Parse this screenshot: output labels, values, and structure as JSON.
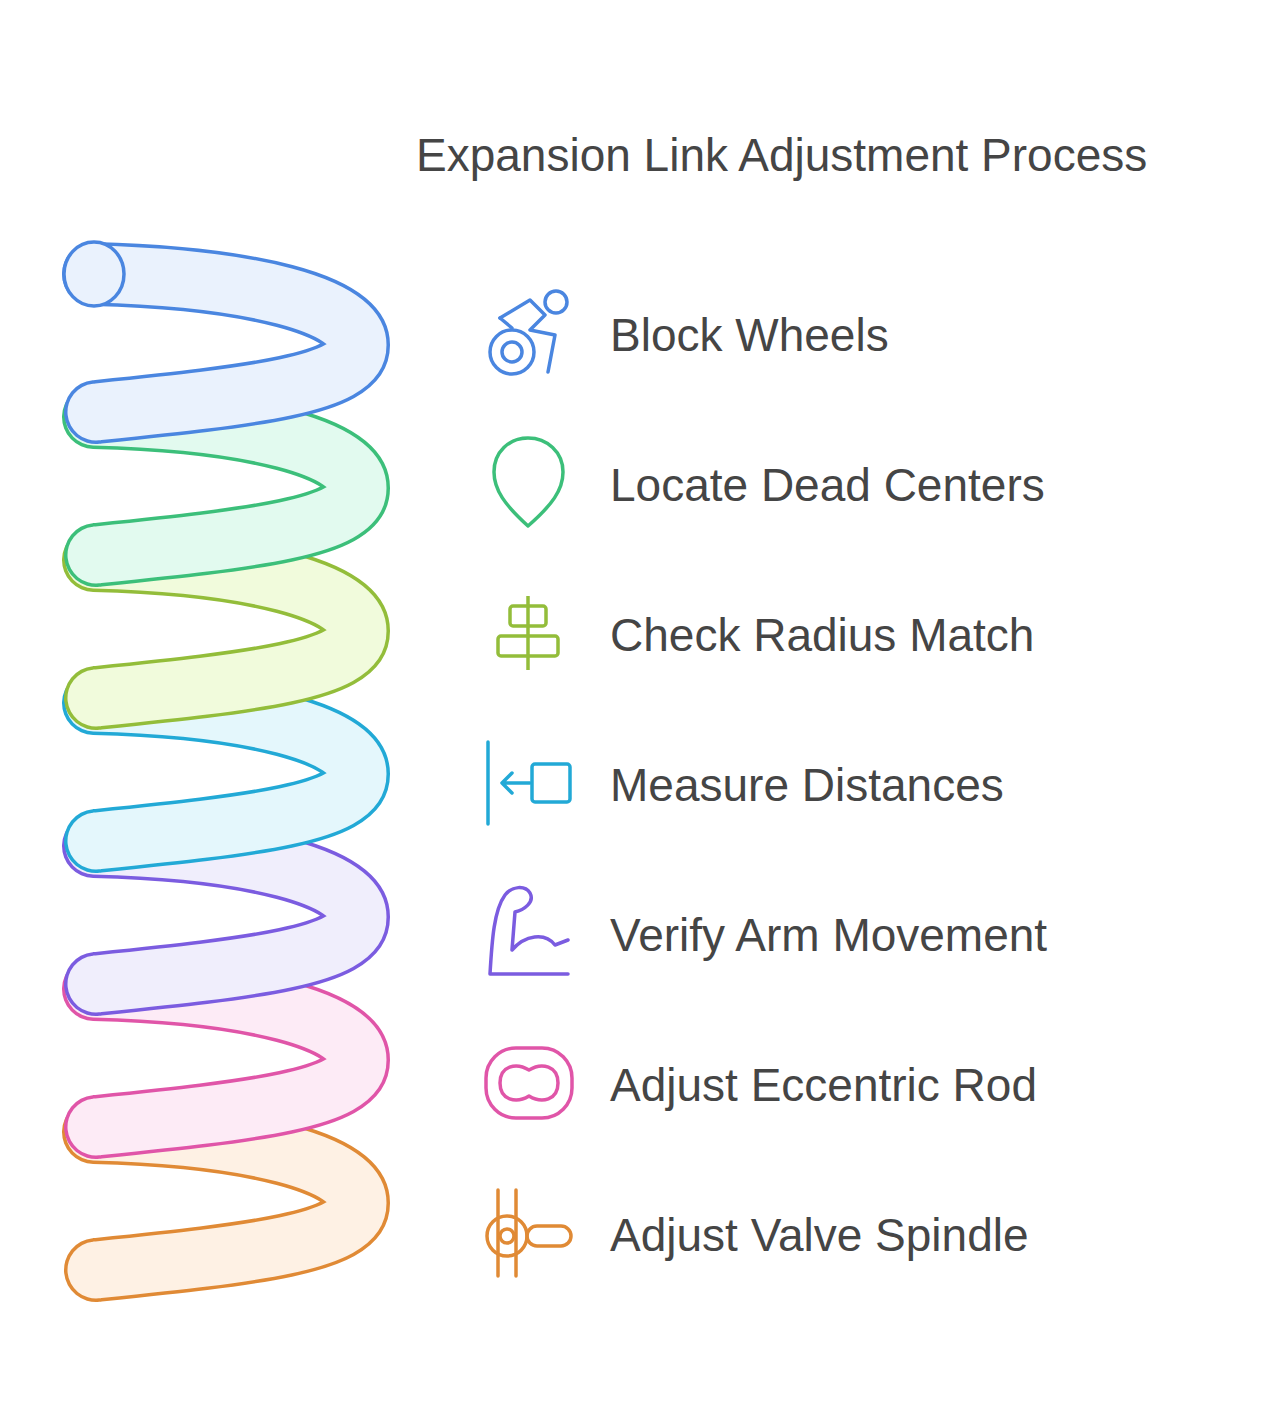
{
  "diagram": {
    "title": "Expansion Link Adjustment Process",
    "labels": [
      "Block Wheels",
      "Locate Dead Centers",
      "Check Radius Match",
      "Measure Distances",
      "Verify Arm Movement",
      "Adjust Eccentric Rod",
      "Adjust Valve Spindle"
    ]
  }
}
